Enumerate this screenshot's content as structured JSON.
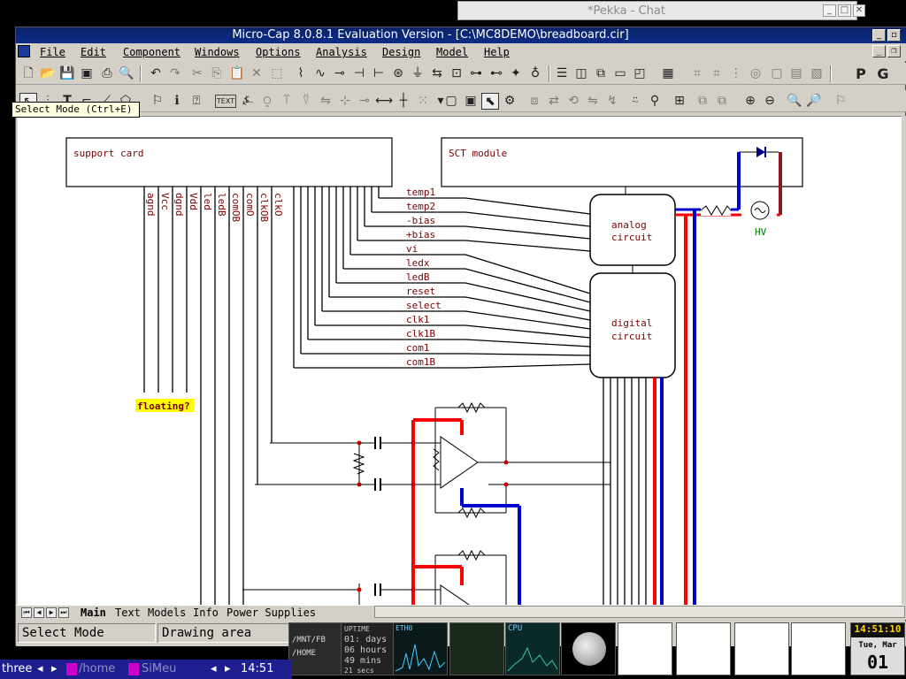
{
  "chat_window": {
    "title": "*Pekka - Chat"
  },
  "app": {
    "title": "Micro-Cap 8.0.8.1 Evaluation Version - [C:\\MC8DEMO\\breadboard.cir]",
    "menu": [
      "File",
      "Edit",
      "Component",
      "Windows",
      "Options",
      "Analysis",
      "Design",
      "Model",
      "Help"
    ],
    "toolbar_text": {
      "p": "P",
      "g": "G",
      "text_btn": "TEXT"
    },
    "tooltip": "Select Mode (Ctrl+E)"
  },
  "schematic": {
    "support_card": "support card",
    "sct_module": "SCT module",
    "analog_circuit": [
      "analog",
      "circuit"
    ],
    "digital_circuit": [
      "digital",
      "circuit"
    ],
    "hv_label": "HV",
    "floating_label": "floating?",
    "vertical_pins": [
      "agnd",
      "Vcc",
      "dgnd",
      "Vdd",
      "led",
      "ledB",
      "comOB",
      "comO",
      "clkOB",
      "clkO"
    ],
    "bus_labels": [
      "temp1",
      "temp2",
      "-bias",
      "+bias",
      "vi",
      "ledx",
      "ledB",
      "reset",
      "select",
      "clk1",
      "clk1B",
      "com1",
      "com1B"
    ]
  },
  "tabs": [
    "Main",
    "Text",
    "Models",
    "Info",
    "Power Supplies"
  ],
  "status": {
    "mode": "Select Mode",
    "area": "Drawing area"
  },
  "dock": {
    "clock_time": "14:51:10",
    "clock_date": "Tue, Mar",
    "clock_day": "01",
    "uptime_title": "UPTIME",
    "uptime_days": "01: days",
    "uptime_hours": "06 hours",
    "uptime_mins": "49 mins",
    "uptime_secs": "21 secs",
    "net_title": "ETH0",
    "cpu_title": "CPU",
    "dir1": "/MNT/FB",
    "dir2": "/HOME"
  },
  "taskbar": {
    "desktop": "three",
    "item1": "/home",
    "item2": "SiMeu",
    "time": "14:51"
  }
}
